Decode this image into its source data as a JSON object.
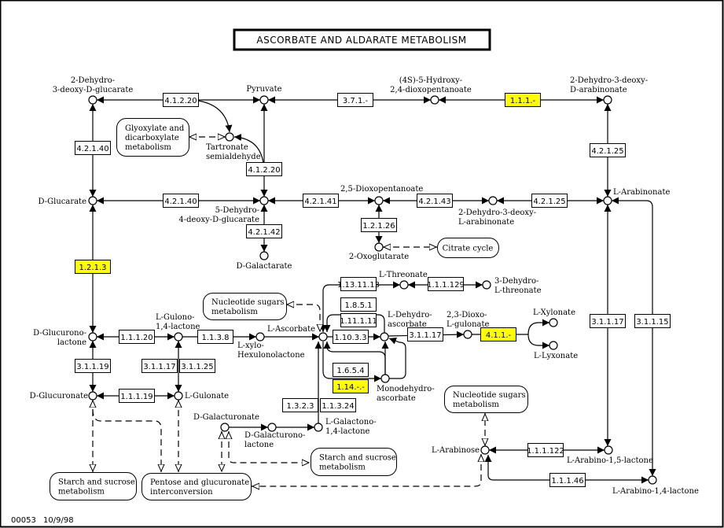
{
  "title": "ASCORBATE AND ALDARATE METABOLISM",
  "footer": {
    "map_id": "00053",
    "date": "10/9/98"
  },
  "colors": {
    "highlight": "#ffff00",
    "line": "#000000",
    "background": "#ffffff"
  },
  "compounds": [
    {
      "lines": [
        "2-Dehydro-",
        "3-deoxy-D-glucarate"
      ]
    },
    {
      "lines": [
        "Pyruvate"
      ]
    },
    {
      "lines": [
        "(4S)-5-Hydroxy-",
        "2,4-dioxopentanoate"
      ]
    },
    {
      "lines": [
        "2-Dehydro-3-deoxy-",
        "D-arabinonate"
      ]
    },
    {
      "lines": [
        "Tartronate",
        "semialdehyde"
      ]
    },
    {
      "lines": [
        "D-Glucarate"
      ]
    },
    {
      "lines": [
        "5-Dehydro-",
        "4-deoxy-D-glucarate"
      ]
    },
    {
      "lines": [
        "2,5-Dioxopentanoate"
      ]
    },
    {
      "lines": [
        "2-Dehydro-3-deoxy-",
        "L-arabinonate"
      ]
    },
    {
      "lines": [
        "L-Arabinonate"
      ]
    },
    {
      "lines": [
        "D-Galactarate"
      ]
    },
    {
      "lines": [
        "2-Oxoglutarate"
      ]
    },
    {
      "lines": [
        "D-Glucurono-",
        "lactone"
      ]
    },
    {
      "lines": [
        "L-Gulono-",
        "1,4-lactone"
      ]
    },
    {
      "lines": [
        "L-xylo-",
        "Hexulonolactone"
      ]
    },
    {
      "lines": [
        "L-Ascorbate"
      ]
    },
    {
      "lines": [
        "L-Dehydro-",
        "ascorbate"
      ]
    },
    {
      "lines": [
        "2,3-Dioxo-",
        "L-gulonate"
      ]
    },
    {
      "lines": [
        "L-Xylonate"
      ]
    },
    {
      "lines": [
        "L-Lyxonate"
      ]
    },
    {
      "lines": [
        "L-Threonate"
      ]
    },
    {
      "lines": [
        "3-Dehydro-",
        "L-threonate"
      ]
    },
    {
      "lines": [
        "Monodehydro-",
        "ascorbate"
      ]
    },
    {
      "lines": [
        "D-Glucuronate"
      ]
    },
    {
      "lines": [
        "L-Gulonate"
      ]
    },
    {
      "lines": [
        "D-Galacturonate"
      ]
    },
    {
      "lines": [
        "D-Galacturono-",
        "lactone"
      ]
    },
    {
      "lines": [
        "L-Galactono-",
        "1,4-lactone"
      ]
    },
    {
      "lines": [
        "L-Arabinose"
      ]
    },
    {
      "lines": [
        "L-Arabino-1,5-lactone"
      ]
    },
    {
      "lines": [
        "L-Arabino-1,4-lactone"
      ]
    }
  ],
  "enzymes": [
    {
      "label": "4.1.2.20",
      "highlighted": false
    },
    {
      "label": "3.7.1.-",
      "highlighted": false
    },
    {
      "label": "1.1.1.-",
      "highlighted": true
    },
    {
      "label": "4.2.1.40",
      "highlighted": false
    },
    {
      "label": "4.1.2.20",
      "highlighted": false
    },
    {
      "label": "4.2.1.25",
      "highlighted": false
    },
    {
      "label": "4.2.1.40",
      "highlighted": false
    },
    {
      "label": "4.2.1.41",
      "highlighted": false
    },
    {
      "label": "4.2.1.43",
      "highlighted": false
    },
    {
      "label": "4.2.1.25",
      "highlighted": false
    },
    {
      "label": "4.2.1.42",
      "highlighted": false
    },
    {
      "label": "1.2.1.26",
      "highlighted": false
    },
    {
      "label": "1.2.1.3",
      "highlighted": true
    },
    {
      "label": "1.13.11.13",
      "highlighted": false
    },
    {
      "label": "1.1.1.129",
      "highlighted": false
    },
    {
      "label": "1.8.5.1",
      "highlighted": false
    },
    {
      "label": "1.11.1.11",
      "highlighted": false
    },
    {
      "label": "1.10.3.3",
      "highlighted": false
    },
    {
      "label": "3.1.1.17",
      "highlighted": false
    },
    {
      "label": "4.1.1.-",
      "highlighted": true
    },
    {
      "label": "3.1.1.17",
      "highlighted": false
    },
    {
      "label": "3.1.1.15",
      "highlighted": false
    },
    {
      "label": "1.1.1.20",
      "highlighted": false
    },
    {
      "label": "1.1.3.8",
      "highlighted": false
    },
    {
      "label": "3.1.1.19",
      "highlighted": false
    },
    {
      "label": "3.1.1.17",
      "highlighted": false
    },
    {
      "label": "3.1.1.25",
      "highlighted": false
    },
    {
      "label": "1.6.5.4",
      "highlighted": false
    },
    {
      "label": "1.14.-.-",
      "highlighted": true
    },
    {
      "label": "1.1.1.19",
      "highlighted": false
    },
    {
      "label": "1.3.2.3",
      "highlighted": false
    },
    {
      "label": "1.1.3.24",
      "highlighted": false
    },
    {
      "label": "1.1.1.122",
      "highlighted": false
    },
    {
      "label": "1.1.1.46",
      "highlighted": false
    }
  ],
  "maps": [
    {
      "lines": [
        "Glyoxylate and",
        "dicarboxylate",
        "metabolism"
      ]
    },
    {
      "lines": [
        "Citrate cycle"
      ]
    },
    {
      "lines": [
        "Nucleotide sugars",
        "metabolism"
      ]
    },
    {
      "lines": [
        "Nucleotide sugars",
        "metabolism"
      ]
    },
    {
      "lines": [
        "Starch and sucrose",
        "metabolism"
      ]
    },
    {
      "lines": [
        "Pentose and glucuronate",
        "interconversion"
      ]
    },
    {
      "lines": [
        "Starch and sucrose",
        "metabolism"
      ]
    }
  ]
}
